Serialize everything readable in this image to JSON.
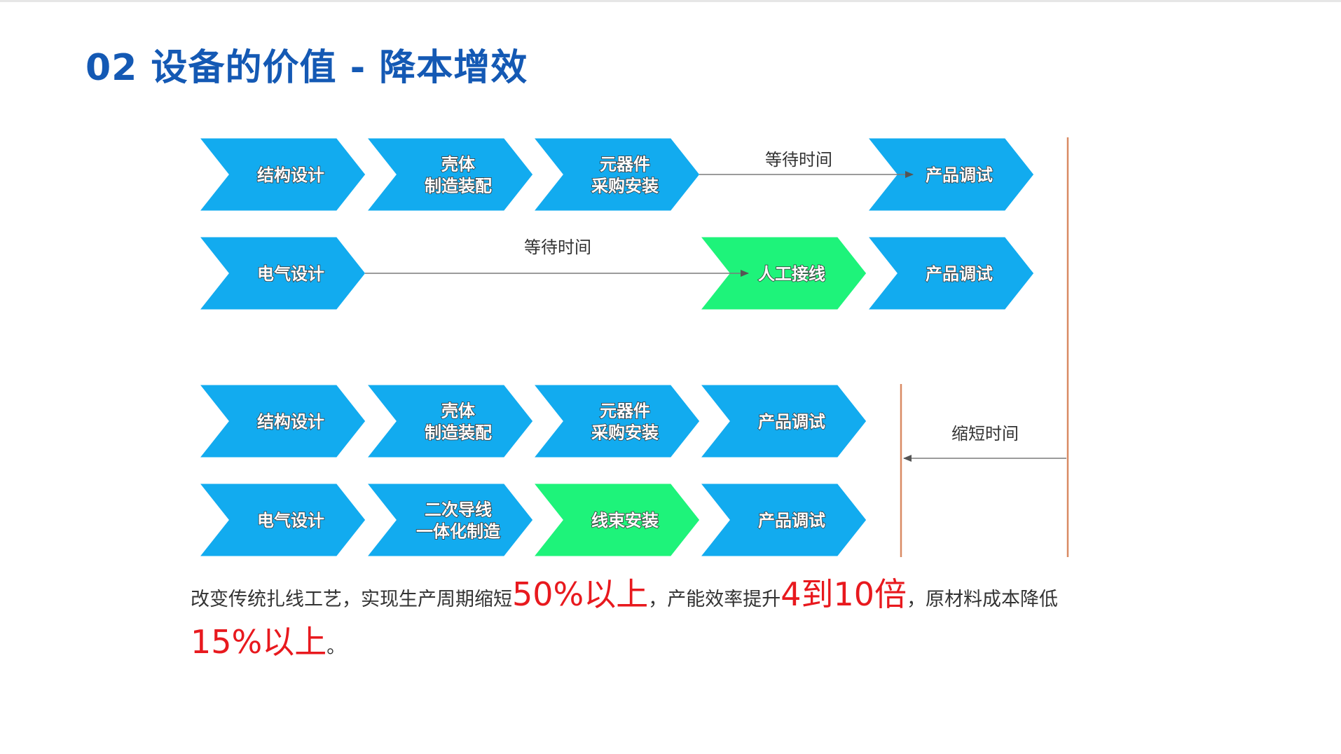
{
  "page": {
    "title": "02 设备的价值 - 降本增效"
  },
  "colors": {
    "title": "#1459b4",
    "chevron_blue": "#12abef",
    "chevron_green": "#1ef37a",
    "line_orange": "#d98a63",
    "arrow_line": "#7a7a7a",
    "highlight": "#e8191e"
  },
  "diagram": {
    "rows": [
      {
        "id": "traditional-mechanical",
        "steps": [
          {
            "lines": [
              "结构设计"
            ],
            "color": "blue"
          },
          {
            "lines": [
              "壳体",
              "制造装配"
            ],
            "color": "blue"
          },
          {
            "lines": [
              "元器件",
              "采购安装"
            ],
            "color": "blue"
          },
          {
            "lines": [
              "产品调试"
            ],
            "color": "blue"
          }
        ],
        "wait_label": "等待时间"
      },
      {
        "id": "traditional-electrical",
        "steps": [
          {
            "lines": [
              "电气设计"
            ],
            "color": "blue"
          },
          {
            "lines": [
              "人工接线"
            ],
            "color": "green"
          },
          {
            "lines": [
              "产品调试"
            ],
            "color": "blue"
          }
        ],
        "wait_label": "等待时间"
      },
      {
        "id": "improved-mechanical",
        "steps": [
          {
            "lines": [
              "结构设计"
            ],
            "color": "blue"
          },
          {
            "lines": [
              "壳体",
              "制造装配"
            ],
            "color": "blue"
          },
          {
            "lines": [
              "元器件",
              "采购安装"
            ],
            "color": "blue"
          },
          {
            "lines": [
              "产品调试"
            ],
            "color": "blue"
          }
        ]
      },
      {
        "id": "improved-electrical",
        "steps": [
          {
            "lines": [
              "电气设计"
            ],
            "color": "blue"
          },
          {
            "lines": [
              "二次导线",
              "一体化制造"
            ],
            "color": "blue"
          },
          {
            "lines": [
              "线束安装"
            ],
            "color": "green"
          },
          {
            "lines": [
              "产品调试"
            ],
            "color": "blue"
          }
        ]
      }
    ],
    "shorten_label": "缩短时间"
  },
  "summary": {
    "part1": "改变传统扎线工艺，实现生产周期缩短",
    "highlight1": "50%以上",
    "part2": "，产能效率提升",
    "highlight2": "4到10倍",
    "part3": "，原材料成本降低",
    "highlight3": "15%以上",
    "part4": "。"
  }
}
